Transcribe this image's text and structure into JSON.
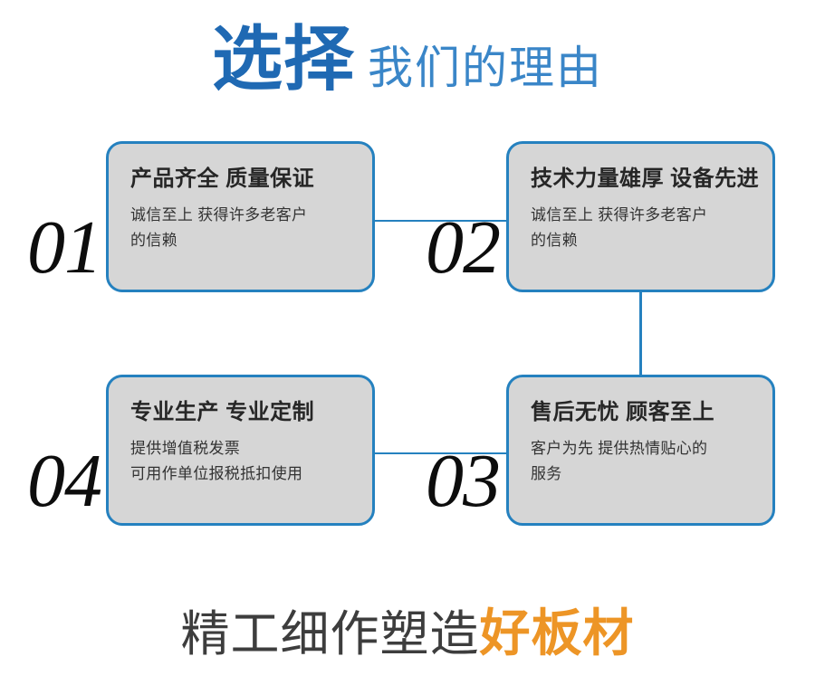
{
  "header": {
    "strong_text": "选择",
    "light_text": "我们的理由",
    "strong_color": "#1f69b3",
    "light_color": "#3a86c8"
  },
  "cards": [
    {
      "number": "01",
      "title": "产品齐全 质量保证",
      "body_line1": "诚信至上 获得许多老客户",
      "body_line2": "的信赖"
    },
    {
      "number": "02",
      "title": "技术力量雄厚 设备先进",
      "body_line1": "诚信至上 获得许多老客户",
      "body_line2": "的信赖"
    },
    {
      "number": "03",
      "title": "售后无忧 顾客至上",
      "body_line1": "客户为先 提供热情贴心的",
      "body_line2": "服务"
    },
    {
      "number": "04",
      "title": "专业生产 专业定制",
      "body_line1": "提供增值税发票",
      "body_line2": "可用作单位报税抵扣使用"
    }
  ],
  "footer": {
    "dark_text": "精工细作塑造",
    "accent_text": "好板材",
    "dark_color": "#3d3d3d",
    "accent_color": "#ed9526"
  },
  "theme": {
    "border_color": "#2581bf",
    "card_fill": "#d6d6d6",
    "connector_color": "#2581bf",
    "background": "#ffffff"
  }
}
